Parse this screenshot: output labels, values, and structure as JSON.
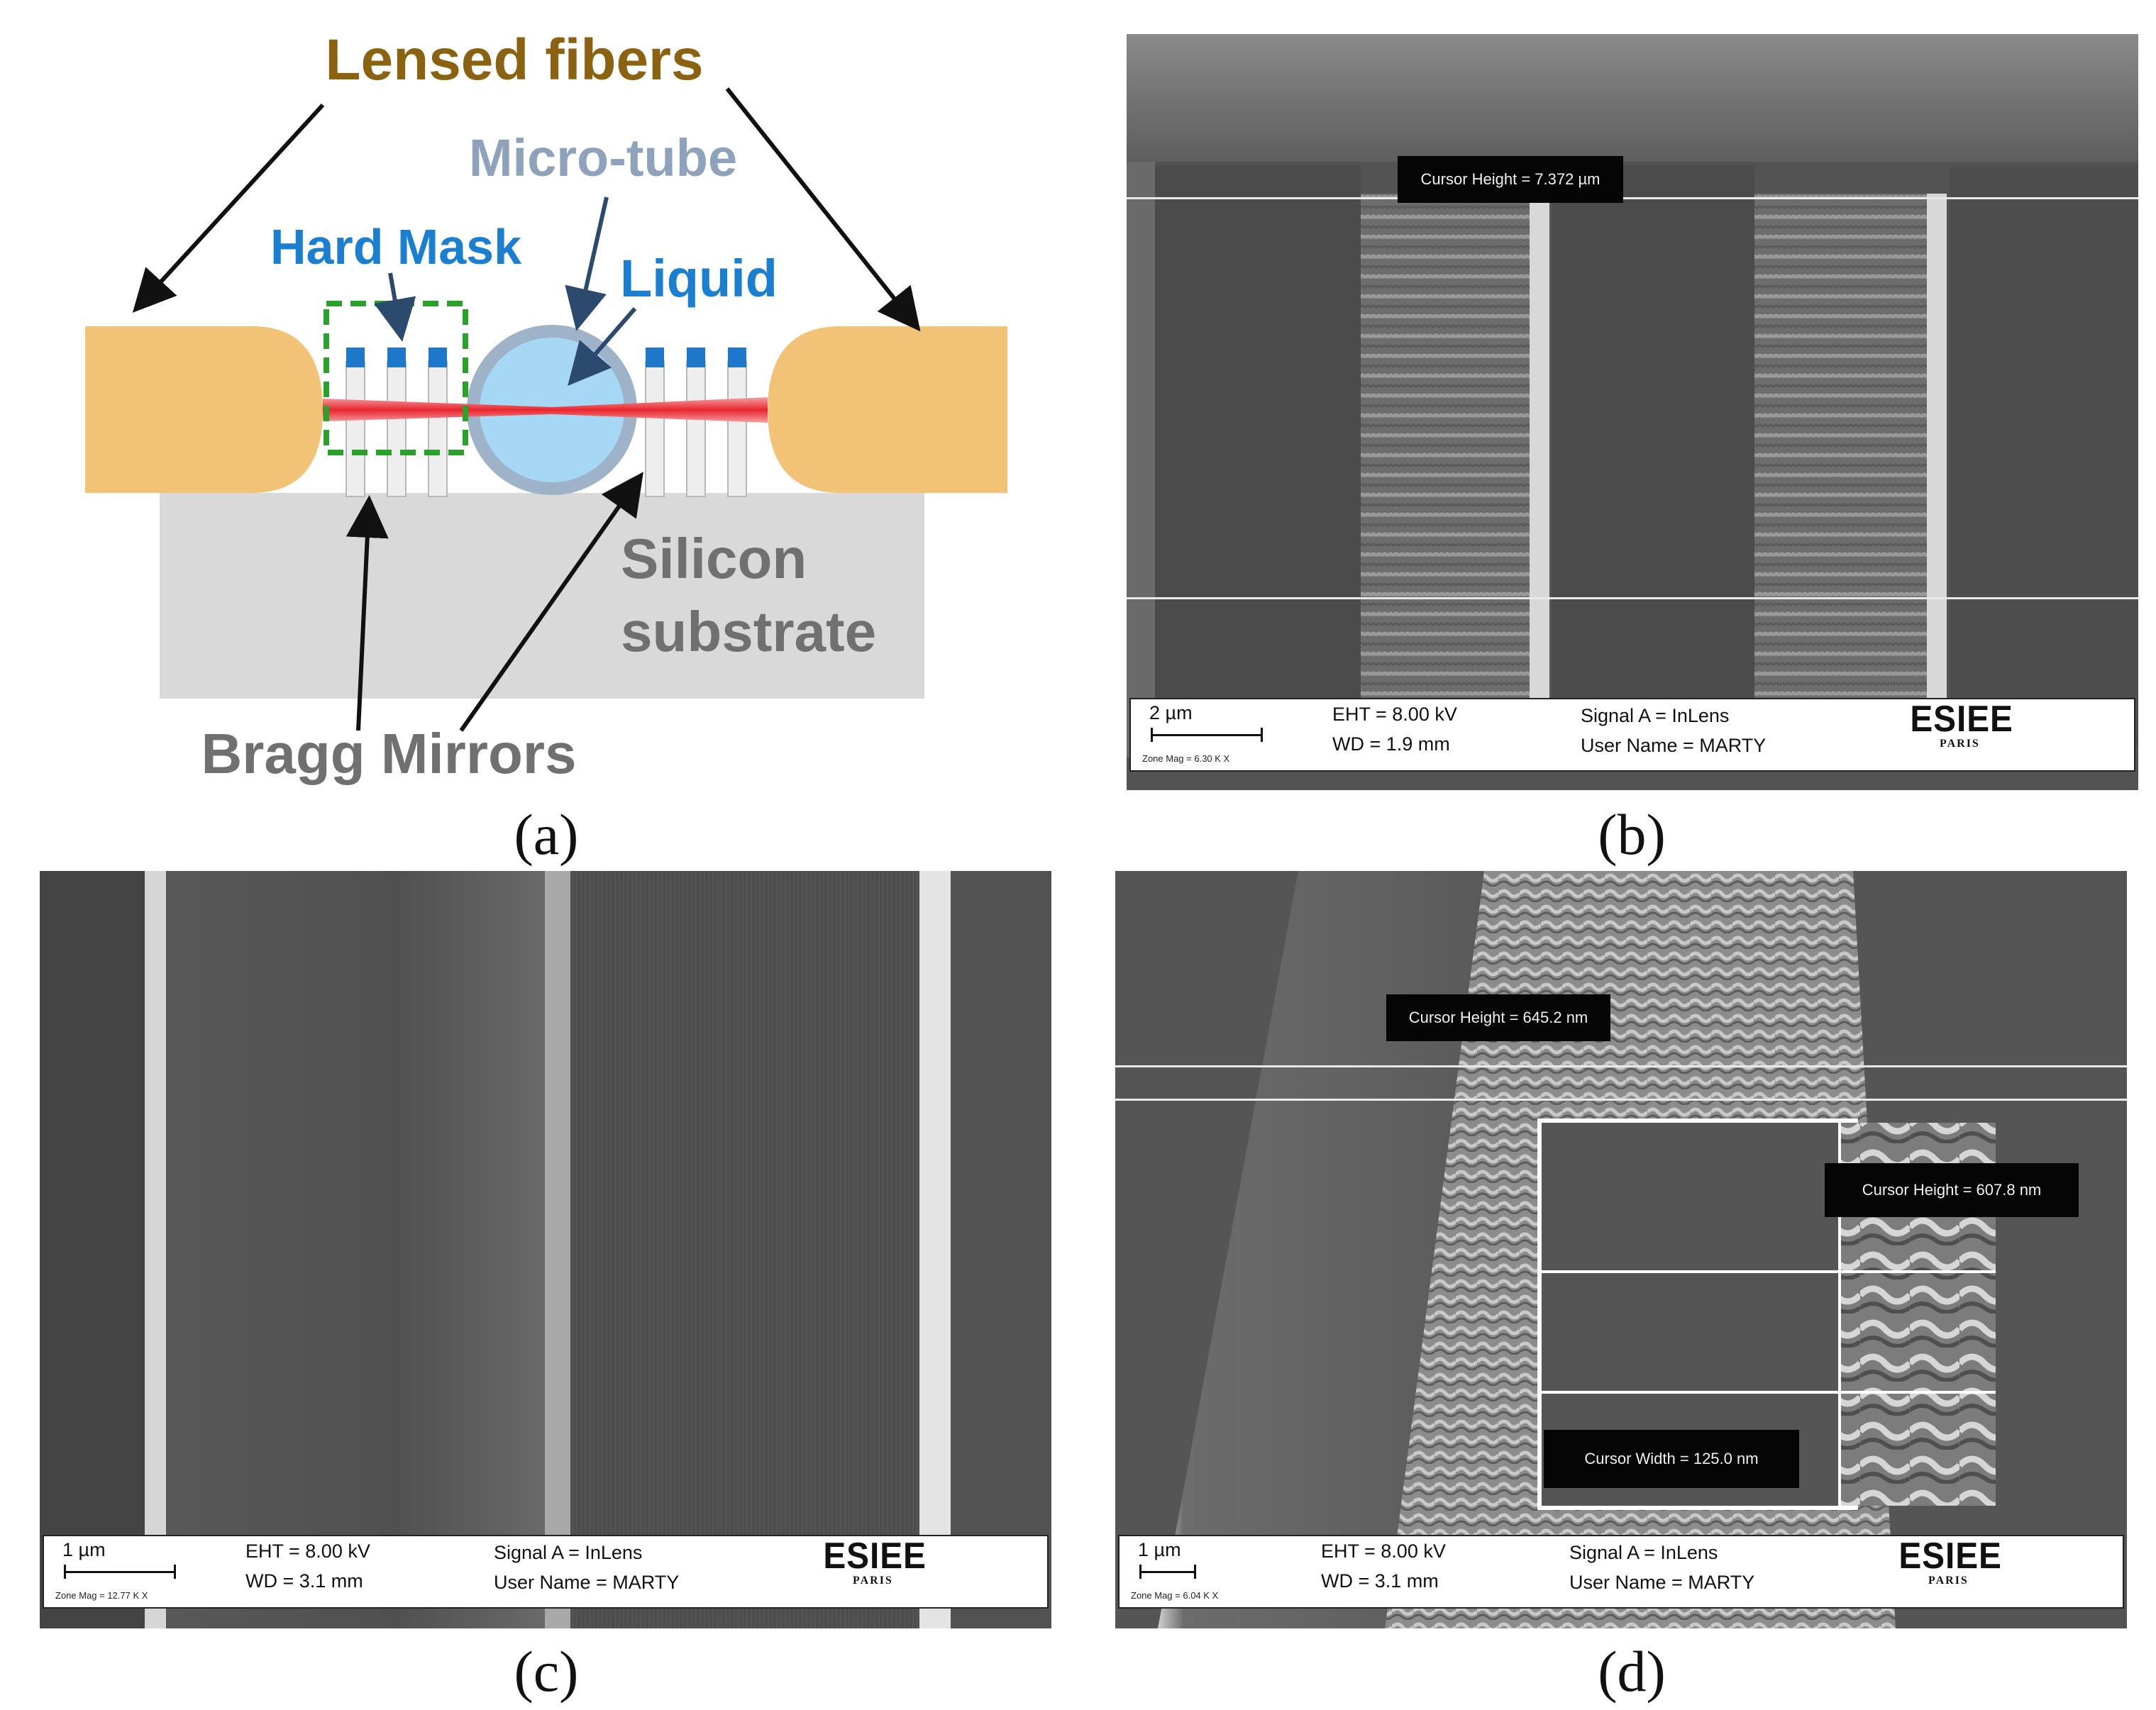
{
  "panel_a": {
    "caption": "(a)",
    "labels": {
      "lensed_fibers": "Lensed fibers",
      "micro_tube": "Micro-tube",
      "hard_mask": "Hard Mask",
      "liquid": "Liquid",
      "silicon": "Silicon",
      "substrate": "substrate",
      "bragg_mirrors": "Bragg Mirrors"
    },
    "colors": {
      "fiber": "#f2c277",
      "substrate": "#d9d9d9",
      "hard_mask": "#1f77c9",
      "liquid": "#a6d8f5",
      "tube": "#9fb3c8",
      "beam": "#e8262f",
      "dashed_box": "#2aa12a",
      "lensed_text": "#8a6210",
      "label_blue": "#1b7fd1",
      "micro_tube_text": "#8ea2bb",
      "gray_text": "#707070"
    }
  },
  "panel_b": {
    "caption": "(b)",
    "cursor": "Cursor Height = 7.372 µm",
    "scale": "2 µm",
    "zone_mag": "Zone Mag =  6.30 K X",
    "eht": "EHT =  8.00 kV",
    "wd": "WD =  1.9 mm",
    "signal": "Signal A = InLens",
    "user": "User Name = MARTY",
    "logo": "ESIEE",
    "logo_sub": "PARIS"
  },
  "panel_c": {
    "caption": "(c)",
    "scale": "1 µm",
    "zone_mag": "Zone Mag =  12.77 K X",
    "eht": "EHT =  8.00 kV",
    "wd": "WD =  3.1 mm",
    "signal": "Signal A = InLens",
    "user": "User Name = MARTY",
    "logo": "ESIEE",
    "logo_sub": "PARIS"
  },
  "panel_d": {
    "caption": "(d)",
    "cursor_main": "Cursor Height = 645.2 nm",
    "cursor_inset_h": "Cursor Height = 607.8 nm",
    "cursor_inset_w": "Cursor Width = 125.0 nm",
    "scale": "1 µm",
    "zone_mag": "Zone Mag =  6.04 K X",
    "eht": "EHT =  8.00 kV",
    "wd": "WD =  3.1 mm",
    "signal": "Signal A = InLens",
    "user": "User Name = MARTY",
    "logo": "ESIEE",
    "logo_sub": "PARIS"
  }
}
